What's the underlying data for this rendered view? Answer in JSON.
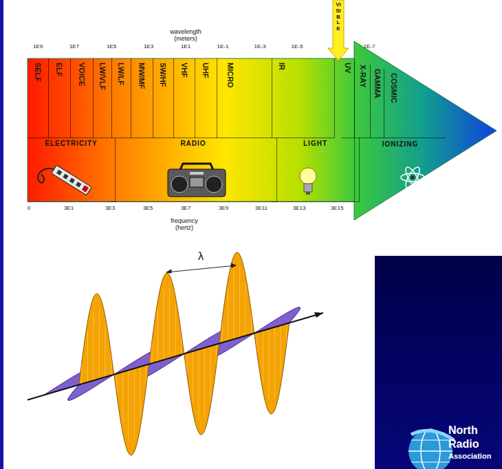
{
  "diagram": {
    "nodes": [
      {
        "text": [
          "SELF"
        ]
      },
      {
        "text": [
          "ELF"
        ]
      },
      {
        "text": [
          "VOICE"
        ]
      },
      {
        "text": [
          "LW/VLF"
        ]
      },
      {
        "text": [
          "LW/LF"
        ]
      },
      {
        "text": [
          "MW/MF"
        ]
      },
      {
        "text": [
          "SW/HF"
        ]
      },
      {
        "text": [
          "VHF"
        ]
      },
      {
        "text": [
          "UHF"
        ]
      },
      {
        "text": [
          "MICRO"
        ]
      },
      {
        "text": [
          "IR"
        ]
      },
      {
        "text": [
          "UV"
        ]
      },
      {
        "text": [
          "X-RAY"
        ]
      },
      {
        "text": [
          "GAMMA"
        ]
      },
      {
        "text": [
          "COSMIC"
        ]
      },
      {
        "text": [
          "ELECTRICITY"
        ]
      },
      {
        "text": [
          "RADIO"
        ]
      },
      {
        "text": [
          "LIGHT"
        ]
      },
      {
        "text": [
          "IONIZING"
        ]
      }
    ],
    "labels": [
      "wavelength (meters)",
      "1E9",
      "1E7",
      "1E5",
      "1E3",
      "1E1",
      "1E-1",
      "1E-3",
      "1E-5",
      "1E-7",
      "VISIBLE",
      "0",
      "3E1",
      "3E3",
      "3E5",
      "3E7",
      "3E9",
      "3E11",
      "3E13",
      "3E15",
      "frequency (hertz)",
      "λ",
      "North",
      "Radio",
      "Association"
    ]
  }
}
